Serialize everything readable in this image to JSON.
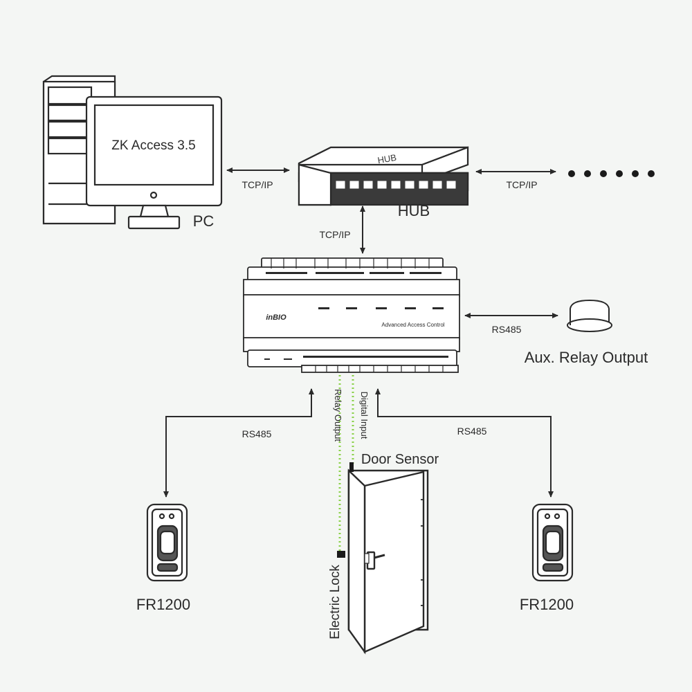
{
  "pc": {
    "screen_text": "ZK Access 3.5",
    "label": "PC"
  },
  "hub": {
    "body_text": "HUB",
    "label": "HUB"
  },
  "connections": {
    "pc_hub": "TCP/IP",
    "hub_more": "TCP/IP",
    "hub_controller": "TCP/IP",
    "controller_aux": "RS485",
    "controller_reader_left": "RS485",
    "controller_reader_right": "RS485",
    "relay_output": "Relay Output",
    "digital_input": "Digital Input"
  },
  "controller": {
    "brand": "inBIO",
    "model_text": "Advanced Access Control"
  },
  "aux": {
    "label": "Aux. Relay Output"
  },
  "door": {
    "sensor_label": "Door Sensor",
    "lock_label": "Electric Lock"
  },
  "readers": [
    {
      "label": "FR1200"
    },
    {
      "label": "FR1200"
    }
  ],
  "colors": {
    "line": "#2a2a2a",
    "device_fill": "#ffffff",
    "dotted_line": "#8bd14a",
    "background": "#f4f6f4"
  }
}
